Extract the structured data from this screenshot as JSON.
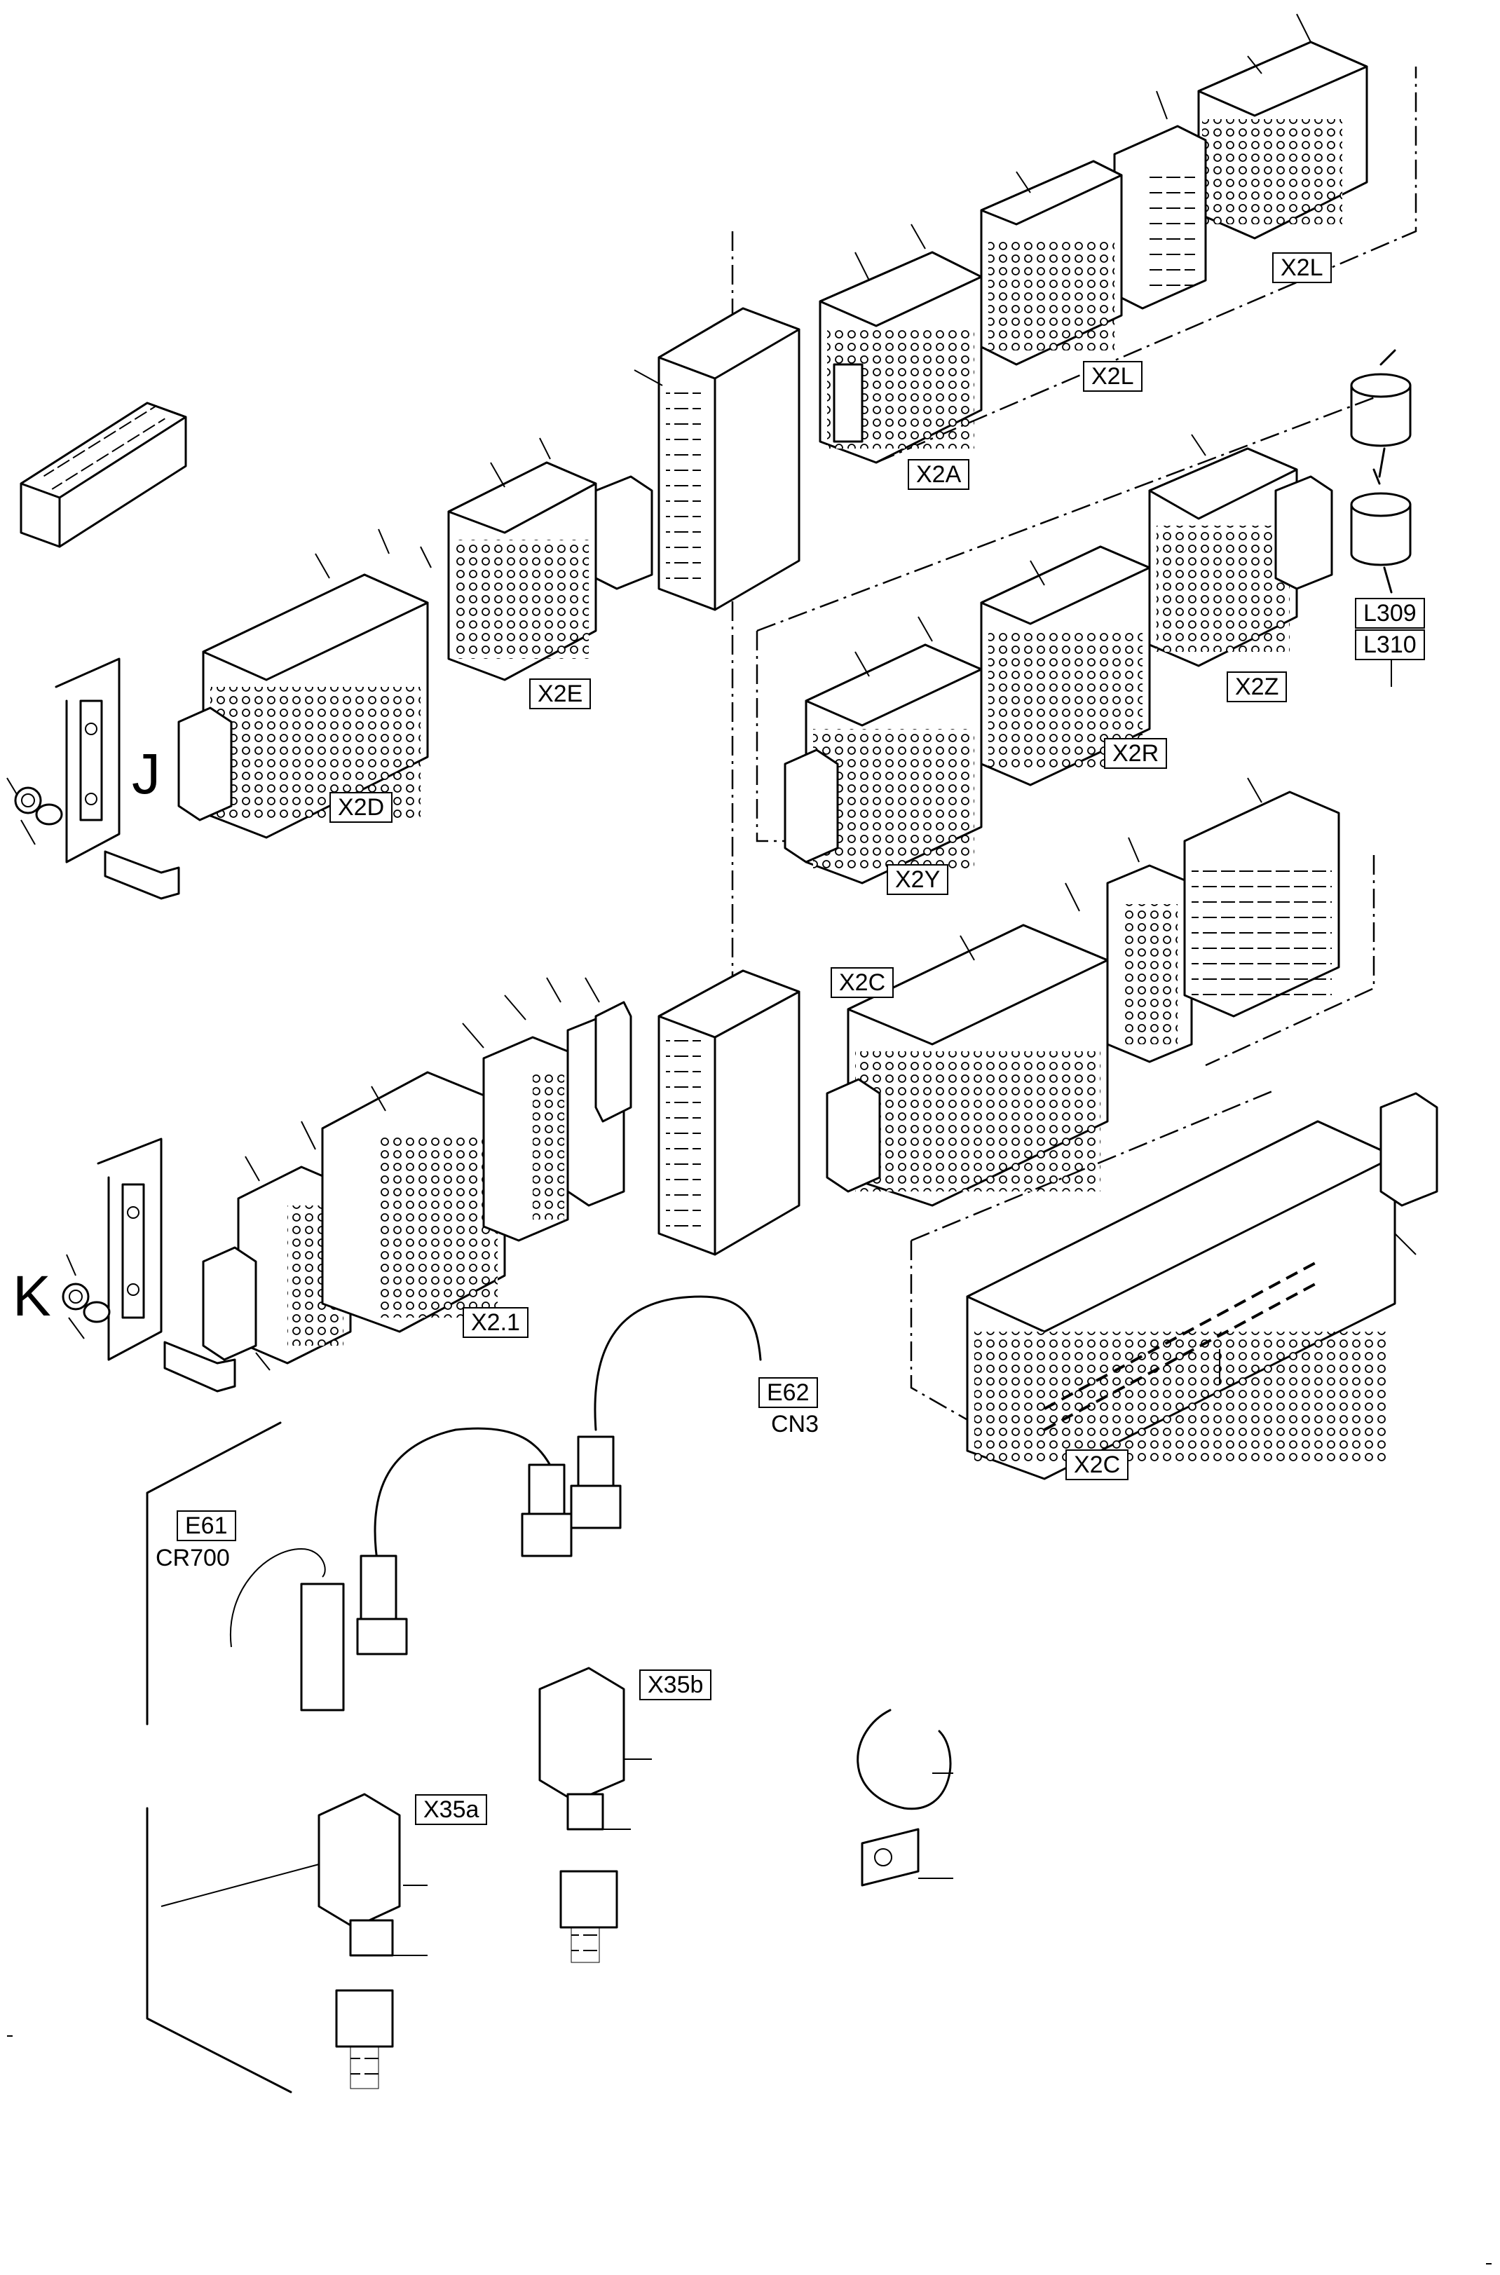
{
  "labels": {
    "x2l_top": "X2L",
    "x2l_mid": "X2L",
    "x2a": "X2A",
    "l309": "L309",
    "l310": "L310",
    "x2e": "X2E",
    "x2d": "X2D",
    "j": "J",
    "x2z": "X2Z",
    "x2r": "X2R",
    "x2y": "X2Y",
    "x2c_upper": "X2C",
    "x2c_lower": "X2C",
    "k": "K",
    "x21": "X2.1",
    "e62": "E62",
    "cn3": "CN3",
    "e61": "E61",
    "cr700": "CR700",
    "x35b": "X35b",
    "x35a": "X35a"
  }
}
